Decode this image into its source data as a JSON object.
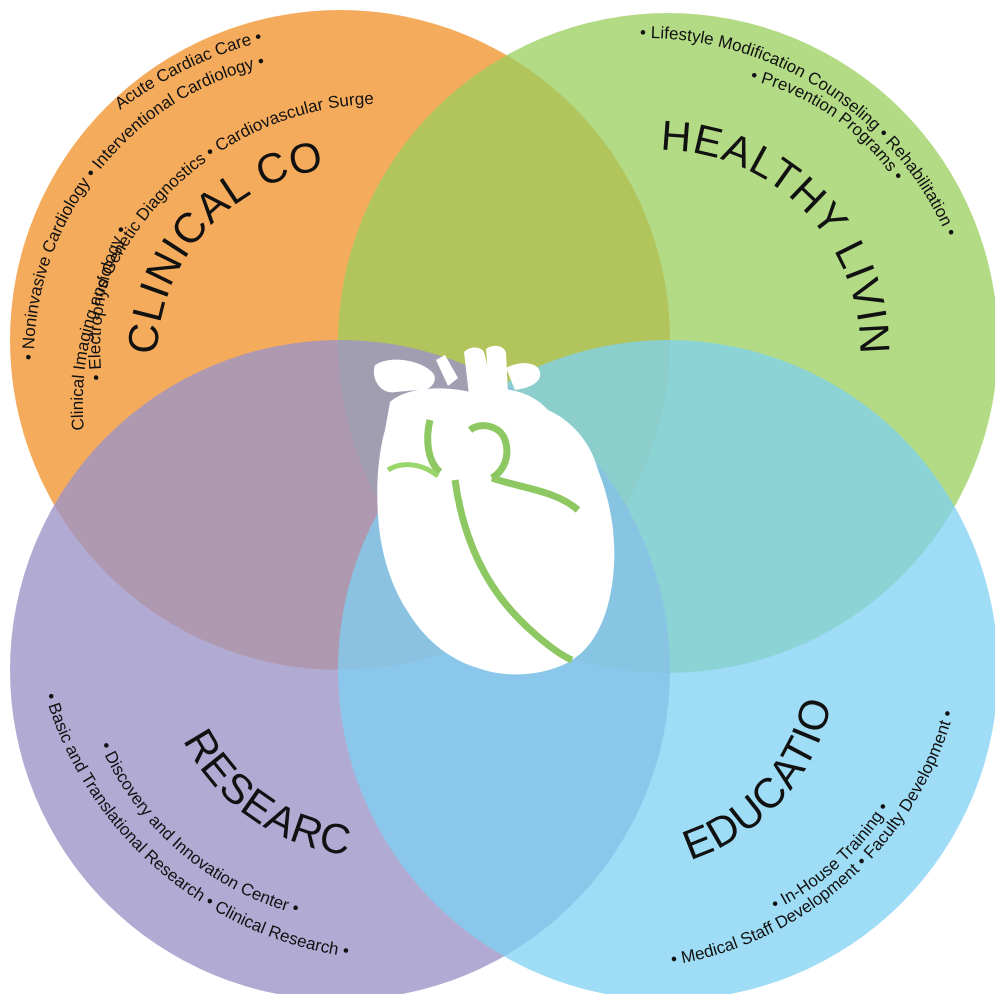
{
  "sections": {
    "clinical": {
      "title": "CLINICAL CORE",
      "color": "#F4A24A",
      "lines": [
        "Acute Cardiac Care •",
        "• Noninvasive Cardiology • Interventional Cardiology •",
        "Clinical Imaging and Genetic Diagnostics • Cardiovascular Surgery •",
        "• Electrophysiology •"
      ]
    },
    "healthy": {
      "title": "HEALTHY LIVING",
      "color": "#9ACD5C",
      "lines": [
        "• Lifestyle Modification Counseling • Rehabilitation •",
        "• Prevention Programs •"
      ]
    },
    "research": {
      "title": "RESEARCH",
      "color": "#9B94C8",
      "lines": [
        "• Basic and Translational Research • Clinical Research •",
        "• Discovery and Innovation Center •"
      ]
    },
    "education": {
      "title": "EDUCATION",
      "color": "#7FD0F2",
      "lines": [
        "• Medical Staff Development • Faculty Development •",
        "• In-House Training •"
      ]
    }
  },
  "center_icon": "heart-icon"
}
